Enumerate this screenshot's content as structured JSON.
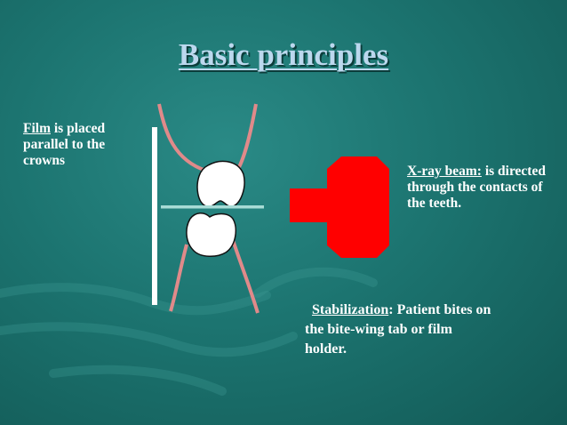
{
  "slide": {
    "title": "Basic principles",
    "film_note": {
      "lead": "Film",
      "rest": " is placed parallel to the crowns"
    },
    "xray_note": {
      "lead": "X-ray beam:",
      "rest": " is directed through the  contacts of the teeth."
    },
    "stabilization_note": {
      "lead": "Stabilization",
      "rest": ":  Patient bites on the bite-wing tab or film holder."
    }
  },
  "colors": {
    "background": "#1c7470",
    "title": "#bcd8ee",
    "body_text": "#ffffff",
    "gum_outline": "#e08a8a",
    "film": "#ffffff",
    "bite_tab": "#a8dcd6",
    "xray_beam": "#ff0000"
  },
  "icons": {
    "film": "film-line",
    "upper_tooth": "tooth-crown-upper",
    "lower_tooth": "tooth-crown-lower",
    "xray_source": "xray-tube"
  }
}
